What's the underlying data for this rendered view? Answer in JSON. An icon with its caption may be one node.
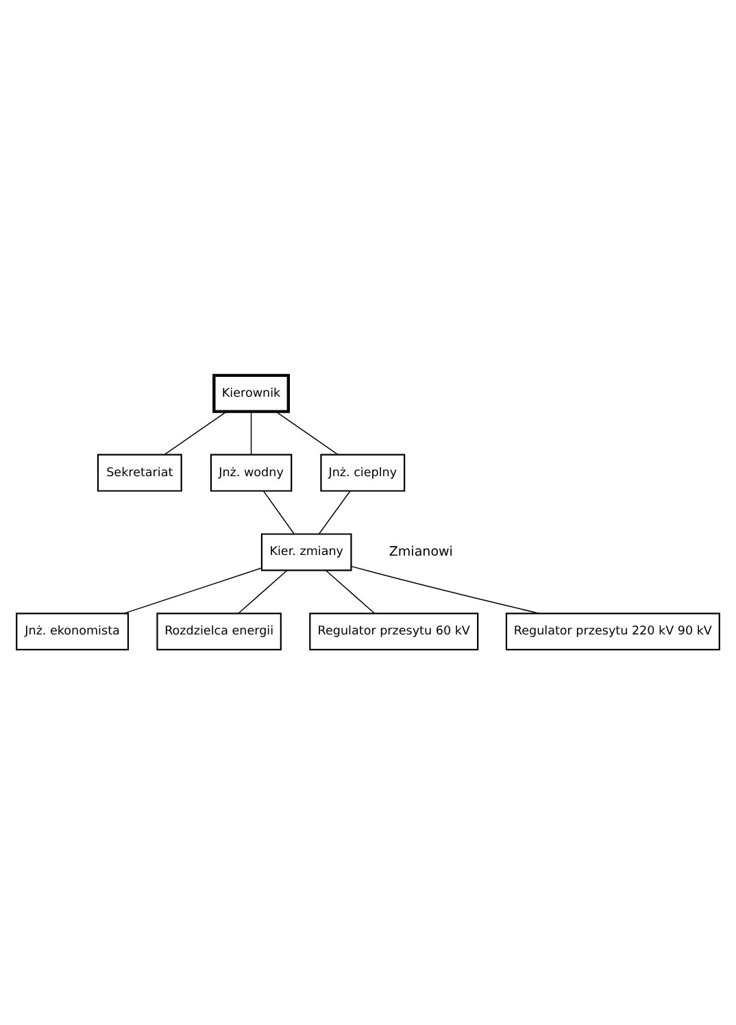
{
  "diagram": {
    "nodes": [
      {
        "text": [
          "Kierownik"
        ]
      },
      {
        "text": [
          "Sekretariat"
        ]
      },
      {
        "text": [
          "Jnż. wodny"
        ]
      },
      {
        "text": [
          "Jnż. cieplny"
        ]
      },
      {
        "text": [
          "Kier. zmiany"
        ]
      },
      {
        "text": [
          "Jnż. ekonomista"
        ]
      },
      {
        "text": [
          "Rozdzielca energii"
        ]
      },
      {
        "text": [
          "Regulator przesytu 60 kV"
        ]
      },
      {
        "text": [
          "Regulator przesytu 220 kV 90 kV"
        ]
      }
    ],
    "edges": [
      {
        "from": 0,
        "to": 1,
        "arrow": "none"
      },
      {
        "from": 0,
        "to": 2,
        "arrow": "none"
      },
      {
        "from": 0,
        "to": 3,
        "arrow": "none"
      },
      {
        "from": 2,
        "to": 4,
        "arrow": "none"
      },
      {
        "from": 3,
        "to": 4,
        "arrow": "none"
      },
      {
        "from": 4,
        "to": 5,
        "arrow": "none"
      },
      {
        "from": 4,
        "to": 6,
        "arrow": "none"
      },
      {
        "from": 4,
        "to": 7,
        "arrow": "none"
      },
      {
        "from": 4,
        "to": 8,
        "arrow": "none"
      }
    ],
    "labels": [
      "Zmianowi"
    ]
  }
}
